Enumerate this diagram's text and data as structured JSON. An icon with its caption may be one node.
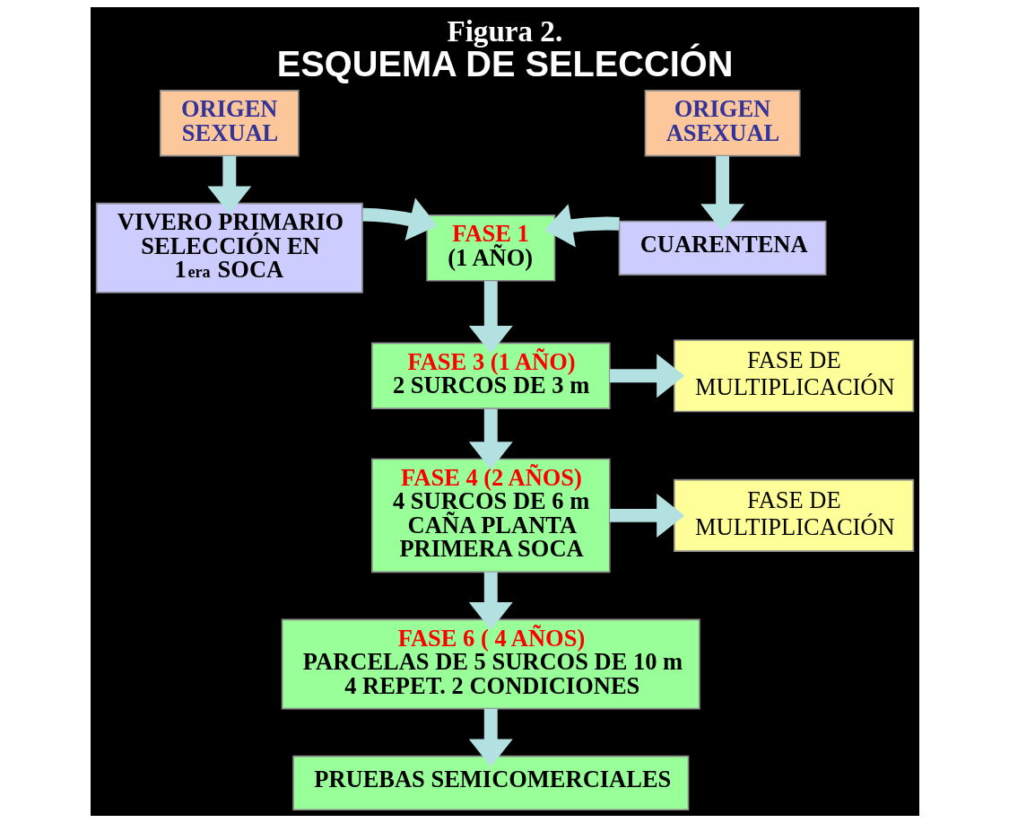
{
  "diagram": {
    "title": "ESQUEMA DE SELECCIÓN",
    "caption": "Figura 2.",
    "nodes": [
      {
        "text": [
          "ORIGEN SEXUAL"
        ]
      },
      {
        "text": [
          "ORIGEN ASEXUAL"
        ]
      },
      {
        "text": [
          "VIVERO PRIMARIO SELECCIÓN EN 1$^{era}$ SOCA"
        ]
      },
      {
        "text": [
          "FASE 1",
          "(1 AÑO)"
        ]
      },
      {
        "text": [
          "CUARENTENA"
        ]
      },
      {
        "text": [
          "FASE 3 (1 AÑO)",
          "2 SURCOS DE 3 m"
        ]
      },
      {
        "text": [
          "FASE DE MULTIPLICACIÓN"
        ]
      },
      {
        "text": [
          "FASE 4 (2 AÑOS)",
          "4 SURCOS DE 6 m CAÑA PLANTA PRIMERA SOCA"
        ]
      },
      {
        "text": [
          "FASE DE MULTIPLICACIÓN"
        ]
      },
      {
        "text": [
          "FASE 6 ( 4 AÑOS)",
          "PARCELAS DE 5 SURCOS DE 10 m 4 REPET. 2 CONDICIONES"
        ]
      },
      {
        "text": [
          "PRUEBAS SEMICOMERCIALES"
        ]
      }
    ],
    "edges": [
      {
        "from": 0,
        "to": 2,
        "arrow": "to"
      },
      {
        "from": 1,
        "to": 4,
        "arrow": "to"
      },
      {
        "from": 2,
        "to": 3,
        "arrow": "to"
      },
      {
        "from": 4,
        "to": 3,
        "arrow": "to"
      },
      {
        "from": 3,
        "to": 5,
        "arrow": "to"
      },
      {
        "from": 5,
        "to": 6,
        "arrow": "to"
      },
      {
        "from": 5,
        "to": 7,
        "arrow": "to"
      },
      {
        "from": 7,
        "to": 8,
        "arrow": "to"
      },
      {
        "from": 7,
        "to": 9,
        "arrow": "to"
      },
      {
        "from": 9,
        "to": 10,
        "arrow": "to"
      }
    ]
  }
}
